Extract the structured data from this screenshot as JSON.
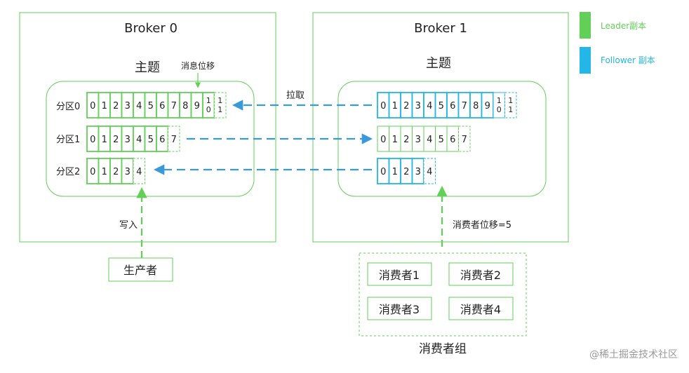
{
  "brokers": [
    {
      "title": "Broker 0",
      "topic_label": "主题"
    },
    {
      "title": "Broker 1",
      "topic_label": "主题"
    }
  ],
  "partitions": [
    {
      "label": "分区0",
      "leader_cells": [
        "0",
        "1",
        "2",
        "3",
        "4",
        "5",
        "6",
        "7",
        "8",
        "9",
        "10"
      ],
      "dashed_cell": "11"
    },
    {
      "label": "分区1",
      "leader_cells": [
        "0",
        "1",
        "2",
        "3",
        "4",
        "5",
        "6"
      ],
      "dashed_cell": "7"
    },
    {
      "label": "分区2",
      "leader_cells": [
        "0",
        "1",
        "2",
        "3"
      ],
      "dashed_cell": "4"
    }
  ],
  "follower_partitions": [
    {
      "cells": [
        "0",
        "1",
        "2",
        "3",
        "4",
        "5",
        "6",
        "7",
        "8",
        "9",
        "10"
      ],
      "dashed_cell": "11",
      "solid_count": 10
    },
    {
      "cells": [
        "0",
        "1",
        "2",
        "3",
        "4",
        "5",
        "6"
      ],
      "dashed_cell": "7",
      "solid_count": 0
    },
    {
      "cells": [
        "0",
        "1",
        "2",
        "3"
      ],
      "dashed_cell": "4",
      "solid_count": 4
    }
  ],
  "labels": {
    "message_offset": "消息位移",
    "pull": "拉取",
    "write": "写入",
    "producer": "生产者",
    "consumer_offset": "消费者位移=5",
    "consumer_group": "消费者组",
    "watermark": "@稀土掘金技术社区"
  },
  "consumers": [
    "消费者1",
    "消费者2",
    "消费者3",
    "消费者4"
  ],
  "legend": [
    {
      "label": "Leader副本",
      "color": "#62cf57"
    },
    {
      "label": "Follower 副本",
      "color": "#23b6e6"
    }
  ],
  "colors": {
    "green": "#62cf57",
    "blue": "#23b6e6",
    "arrow_blue": "#3a9ad9",
    "text": "#222222",
    "frame": "#6a6a6a"
  }
}
